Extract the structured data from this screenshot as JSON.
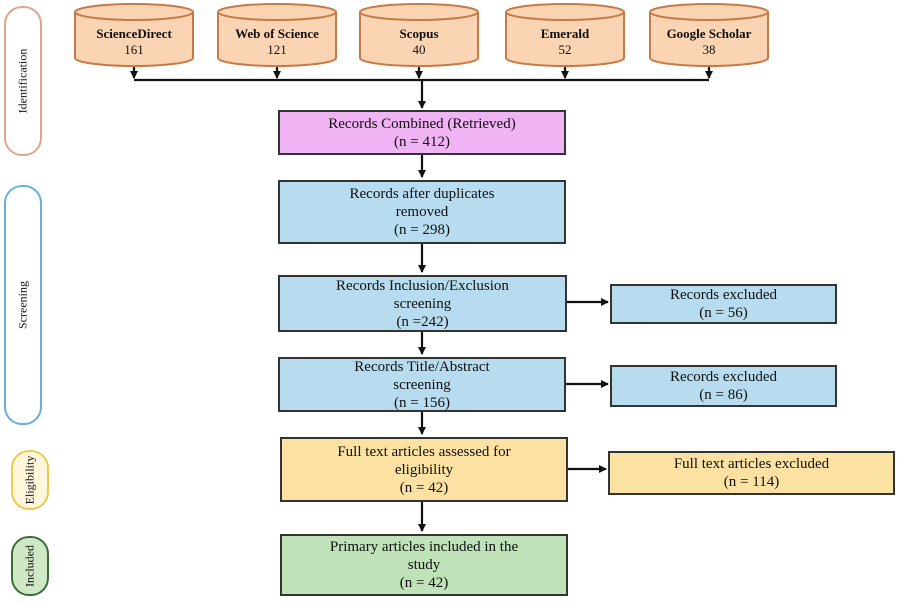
{
  "stages": {
    "identification": "Identification",
    "screening": "Screening",
    "eligibility": "Eligibility",
    "included": "Included"
  },
  "databases": [
    {
      "name": "ScienceDirect",
      "count": "161"
    },
    {
      "name": "Web of Science",
      "count": "121"
    },
    {
      "name": "Scopus",
      "count": "40"
    },
    {
      "name": "Emerald",
      "count": "52"
    },
    {
      "name": "Google Scholar",
      "count": "38"
    }
  ],
  "boxes": {
    "combined": {
      "line1": "Records Combined (Retrieved)",
      "line2": "(n = 412)"
    },
    "duplicates": {
      "line1": "Records after duplicates",
      "line2": "removed",
      "line3": "(n = 298)"
    },
    "inclusion": {
      "line1": "Records Inclusion/Exclusion",
      "line2": "screening",
      "line3": "(n =242)"
    },
    "excluded1": {
      "line1": "Records excluded",
      "line2": "(n = 56)"
    },
    "title": {
      "line1": "Records Title/Abstract",
      "line2": "screening",
      "line3": "(n = 156)"
    },
    "excluded2": {
      "line1": "Records excluded",
      "line2": "(n = 86)"
    },
    "fulltext": {
      "line1": "Full text articles assessed for",
      "line2": "eligibility",
      "line3": "(n = 42)"
    },
    "excluded3": {
      "line1": "Full text articles excluded",
      "line2": "(n = 114)"
    },
    "primary": {
      "line1": "Primary articles included in the",
      "line2": "study",
      "line3": "(n = 42)"
    }
  },
  "colors": {
    "db_fill": "#fbd4b4",
    "db_stroke": "#c77a45",
    "combined": "#f0b3f3",
    "screening": "#b7dcf0",
    "eligibility": "#fbe2a2",
    "included": "#bfe2b8"
  }
}
